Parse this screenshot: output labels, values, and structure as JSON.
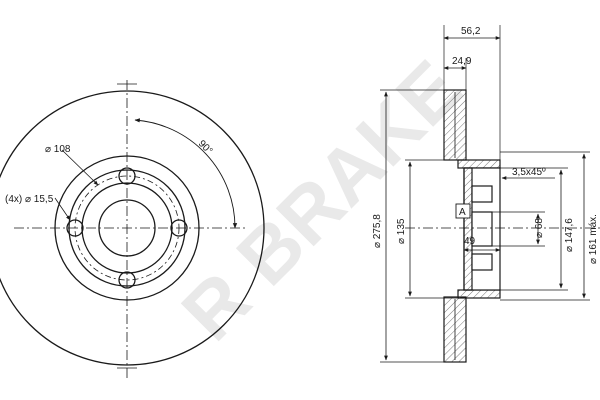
{
  "watermark": {
    "text": "R BRAKE"
  },
  "front_view": {
    "angle_label": "90°",
    "pcd_label": "⌀ 108",
    "holes_label": "(4x) ⌀ 15,5"
  },
  "section_view": {
    "total_width_label": "56,2",
    "disc_thickness_label": "24,9",
    "outer_diameter_label": "⌀ 275,8",
    "hat_diameter_label": "⌀ 135",
    "chamfer_label": "3,5x45º",
    "detail_label": "A",
    "hub_width_label": "49",
    "center_bore_label": "⌀ 68",
    "inner_diameter_label": "⌀ 147,6",
    "max_diameter_label": "⌀ 161 máx."
  },
  "colors": {
    "line": "#1a1a1a",
    "hatch": "#7a7a7a",
    "watermark": "#e9e9e9"
  }
}
